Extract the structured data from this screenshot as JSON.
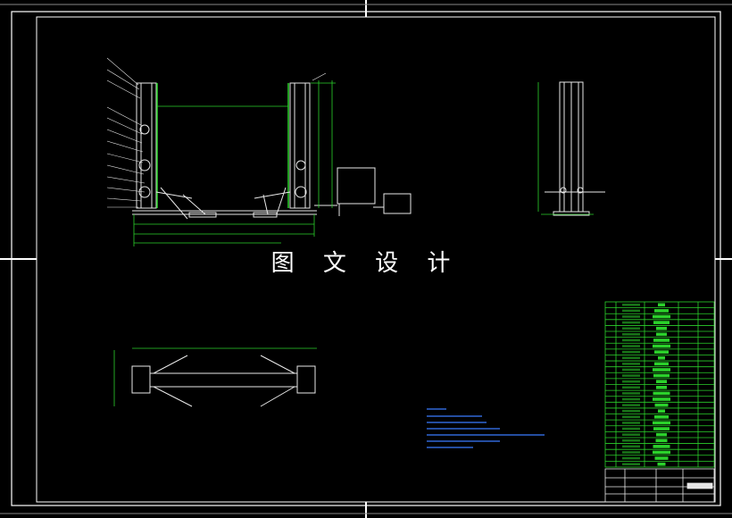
{
  "drawing": {
    "background": "#000000",
    "line_colors": {
      "frame": "#ffffff",
      "geometry": "#e8e8e8",
      "dimension": "#2bd12b",
      "annotation_text": "#3a7bff",
      "table_grid": "#2bd12b"
    },
    "views": [
      "front-view",
      "side-view",
      "top-view"
    ]
  },
  "watermark": {
    "text": "图 文 设 计"
  },
  "parts_table": {
    "row_count": 28
  }
}
